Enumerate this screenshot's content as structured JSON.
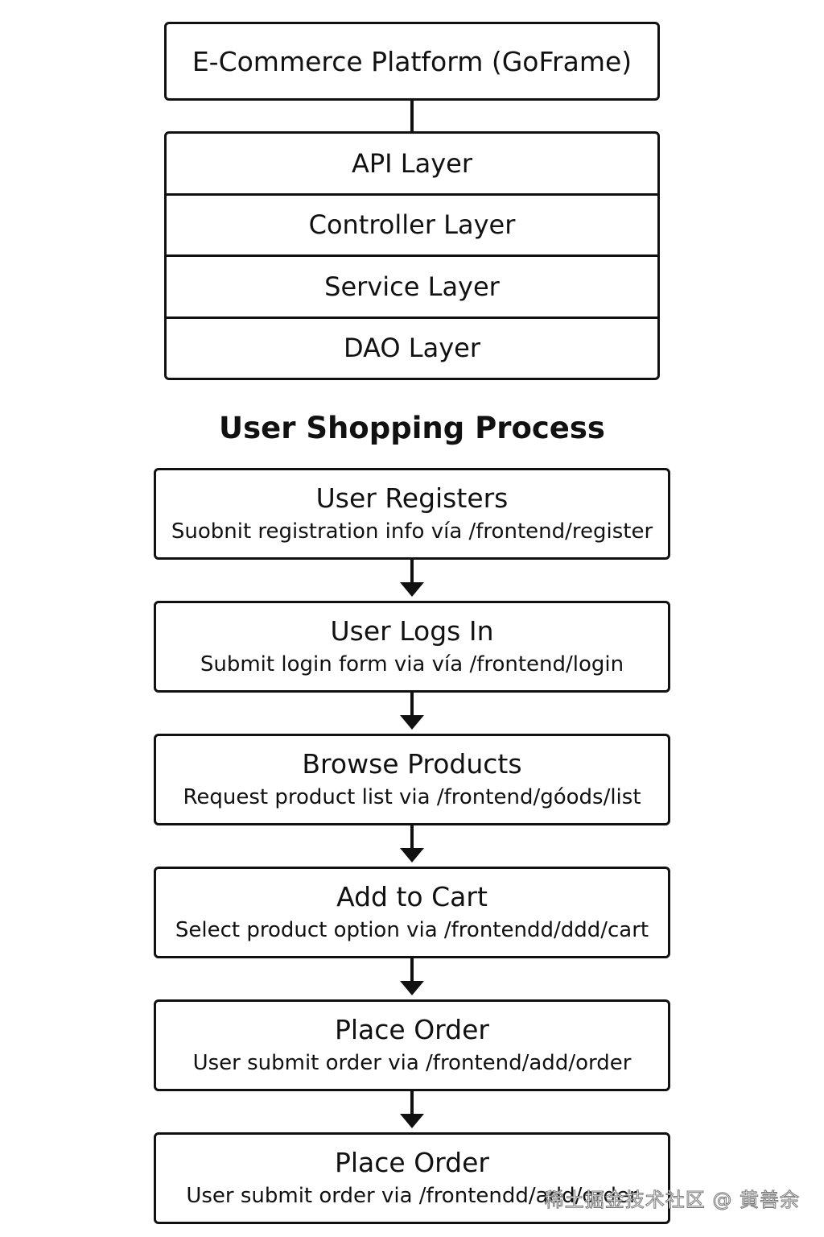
{
  "platform": {
    "title": "E-Commerce Platform (GoFrame)"
  },
  "layers": [
    "API Layer",
    "Controller Layer",
    "Service Layer",
    "DAO Layer"
  ],
  "process": {
    "heading": "User Shopping Process",
    "steps": [
      {
        "title": "User Registers",
        "desc": "Suobnit registration info vía /frontend/register"
      },
      {
        "title": "User Logs In",
        "desc": "Submit login form via vía /frontend/login"
      },
      {
        "title": "Browse Products",
        "desc": "Request product list via /frontend/góods/list"
      },
      {
        "title": "Add to Cart",
        "desc": "Select product option via /frontendd/ddd/cart"
      },
      {
        "title": "Place Order",
        "desc": "User submit order via /frontend/add/order"
      },
      {
        "title": "Place Order",
        "desc": "User submit order via /frontendd/add/order"
      }
    ]
  },
  "watermark": "稀土掘金技术社区 @ 黄善余"
}
